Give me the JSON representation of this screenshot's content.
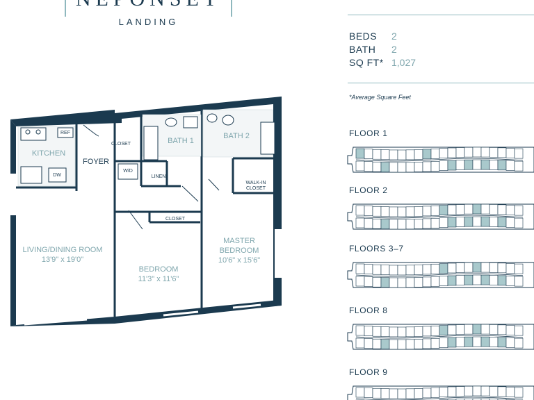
{
  "logo": {
    "title": "NEPONSET",
    "subtitle": "LANDING"
  },
  "specs": [
    {
      "label": "BEDS",
      "value": "2"
    },
    {
      "label": "BATH",
      "value": "2"
    },
    {
      "label": "SQ FT*",
      "value": "1,027"
    }
  ],
  "note": "*Average Square Feet",
  "floors": [
    {
      "label": "FLOOR 1",
      "highlight": [
        0,
        3,
        8,
        11,
        13,
        15,
        17
      ]
    },
    {
      "label": "FLOOR 2",
      "highlight": [
        3,
        10,
        11,
        13,
        14,
        15,
        17
      ]
    },
    {
      "label": "FLOORS 3–7",
      "highlight": [
        3,
        10,
        11,
        13,
        14,
        15,
        17
      ]
    },
    {
      "label": "FLOOR 8",
      "highlight": [
        3,
        10,
        11,
        13,
        14,
        15,
        17
      ]
    },
    {
      "label": "FLOOR 9",
      "highlight": [
        3
      ]
    }
  ],
  "rooms": {
    "kitchen": "KITCHEN",
    "ref": "REF",
    "dw": "DW",
    "foyer": "FOYER",
    "closet1": "CLOSET",
    "closet2": "CLOSET",
    "wd": "W/D",
    "linen": "LINEN",
    "bath1": "BATH 1",
    "bath2": "BATH 2",
    "walkin1": "WALK-IN",
    "walkin2": "CLOSET",
    "living": "LIVING/DINING ROOM",
    "living_dim": "13'9\" x 19'0\"",
    "bedroom": "BEDROOM",
    "bedroom_dim": "11'3\" x 11'6\"",
    "master1": "MASTER",
    "master2": "BEDROOM",
    "master_dim": "10'6\" x 15'6\""
  },
  "colors": {
    "navy": "#1b3a4f",
    "teal": "#7fa6ad",
    "accent": "#8fb8be",
    "highlight": "#a9c9cc"
  }
}
